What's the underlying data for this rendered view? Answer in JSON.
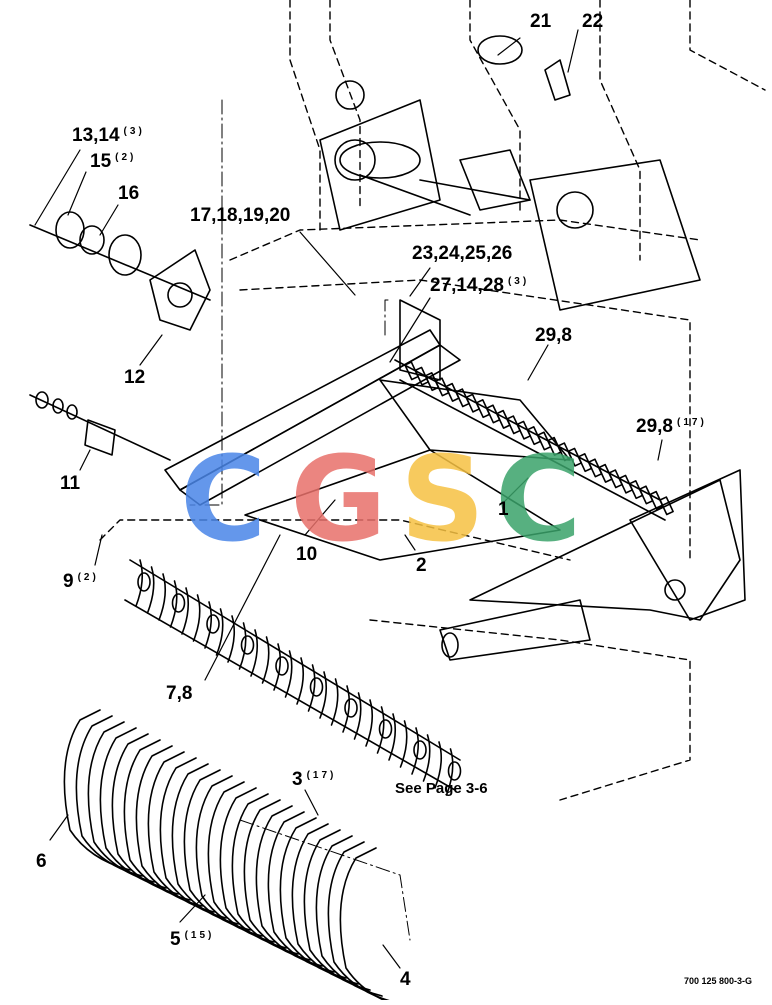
{
  "callouts": [
    {
      "id": "c21",
      "text": "21",
      "qty": ""
    },
    {
      "id": "c22",
      "text": "22",
      "qty": ""
    },
    {
      "id": "c13",
      "text": "13,14",
      "qty": "(3)"
    },
    {
      "id": "c15",
      "text": "15",
      "qty": "(2)"
    },
    {
      "id": "c16",
      "text": "16",
      "qty": ""
    },
    {
      "id": "c17",
      "text": "17,18,19,20",
      "qty": ""
    },
    {
      "id": "c23",
      "text": "23,24,25,26",
      "qty": ""
    },
    {
      "id": "c27",
      "text": "27,14,28",
      "qty": "(3)"
    },
    {
      "id": "c29a",
      "text": "29,8",
      "qty": ""
    },
    {
      "id": "c29b",
      "text": "29,8",
      "qty": "(17)"
    },
    {
      "id": "c12",
      "text": "12",
      "qty": ""
    },
    {
      "id": "c11",
      "text": "11",
      "qty": ""
    },
    {
      "id": "c1",
      "text": "1",
      "qty": ""
    },
    {
      "id": "c10",
      "text": "10",
      "qty": ""
    },
    {
      "id": "c2",
      "text": "2",
      "qty": ""
    },
    {
      "id": "c9",
      "text": "9",
      "qty": "(2)"
    },
    {
      "id": "c7",
      "text": "7,8",
      "qty": ""
    },
    {
      "id": "c3",
      "text": "3",
      "qty": "(17)"
    },
    {
      "id": "c6",
      "text": "6",
      "qty": ""
    },
    {
      "id": "c5",
      "text": "5",
      "qty": "(15)"
    },
    {
      "id": "c4",
      "text": "4",
      "qty": ""
    }
  ],
  "note": "See Page 3-6",
  "drawing_number": "700 125 800-3-G",
  "watermark": {
    "letters": [
      "C",
      "G",
      "S",
      "C"
    ],
    "colors": [
      "#4a86e8",
      "#e8706a",
      "#f6c142",
      "#3aa36a"
    ]
  }
}
